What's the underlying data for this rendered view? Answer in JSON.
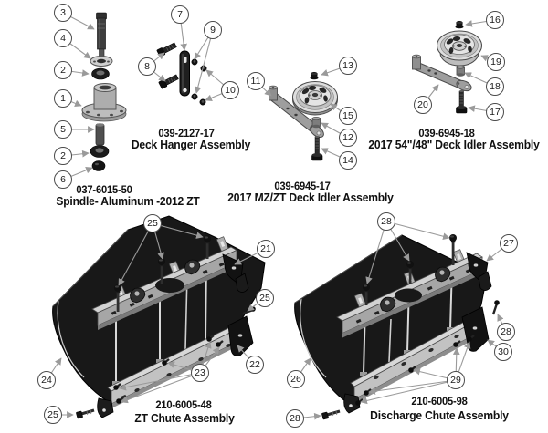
{
  "page": {
    "type": "parts-diagram",
    "background": "#ffffff"
  },
  "colors": {
    "part_black": "#161616",
    "part_gray": "#a6a6a6",
    "part_gray_light": "#d8d8d8",
    "outline": "#4a4a4a",
    "leader_line": "#9a9a9a",
    "callout_border": "#4b4b4b",
    "text": "#101010"
  },
  "assemblies": [
    {
      "id": "spindle",
      "part_number": "037-6015-50",
      "name": "Spindle- Aluminum -2012 ZT",
      "callouts": [
        "1",
        "2",
        "3",
        "4",
        "5",
        "6"
      ]
    },
    {
      "id": "deck-hanger",
      "part_number": "039-2127-17",
      "name": "Deck Hanger Assembly",
      "callouts": [
        "7",
        "8",
        "9",
        "10"
      ]
    },
    {
      "id": "mz-zt-deck-idler",
      "part_number": "039-6945-17",
      "name": "2017 MZ/ZT Deck Idler Assembly",
      "callouts": [
        "11",
        "12",
        "13",
        "14",
        "15"
      ]
    },
    {
      "id": "deck-idler-54-48",
      "part_number": "039-6945-18",
      "name": "2017 54\"/48\" Deck Idler Assembly",
      "callouts": [
        "16",
        "17",
        "18",
        "19",
        "20"
      ]
    },
    {
      "id": "zt-chute",
      "part_number": "210-6005-48",
      "name": "ZT Chute Assembly",
      "callouts": [
        "21",
        "22",
        "23",
        "24",
        "25"
      ]
    },
    {
      "id": "discharge-chute",
      "part_number": "210-6005-98",
      "name": "Discharge Chute Assembly",
      "callouts": [
        "26",
        "27",
        "28",
        "29",
        "30"
      ]
    }
  ],
  "callouts": [
    {
      "n": "3"
    },
    {
      "n": "4"
    },
    {
      "n": "2"
    },
    {
      "n": "1"
    },
    {
      "n": "5"
    },
    {
      "n": "2"
    },
    {
      "n": "6"
    },
    {
      "n": "7"
    },
    {
      "n": "9"
    },
    {
      "n": "8"
    },
    {
      "n": "10"
    },
    {
      "n": "13"
    },
    {
      "n": "11"
    },
    {
      "n": "15"
    },
    {
      "n": "12"
    },
    {
      "n": "14"
    },
    {
      "n": "16"
    },
    {
      "n": "19"
    },
    {
      "n": "18"
    },
    {
      "n": "20"
    },
    {
      "n": "17"
    },
    {
      "n": "25"
    },
    {
      "n": "21"
    },
    {
      "n": "25"
    },
    {
      "n": "22"
    },
    {
      "n": "23"
    },
    {
      "n": "24"
    },
    {
      "n": "25"
    },
    {
      "n": "28"
    },
    {
      "n": "27"
    },
    {
      "n": "28"
    },
    {
      "n": "30"
    },
    {
      "n": "29"
    },
    {
      "n": "26"
    },
    {
      "n": "28"
    }
  ]
}
